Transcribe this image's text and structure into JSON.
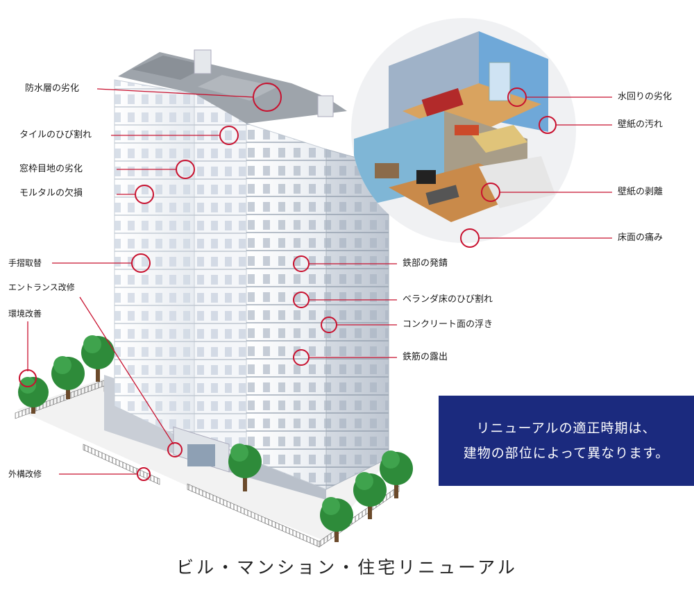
{
  "title": "ビル・マンション・住宅リニューアル",
  "notice": {
    "line1": "リニューアルの適正時期は、",
    "line2": "建物の部位によって異なります。"
  },
  "colors": {
    "accent_red": "#c8102e",
    "notice_bg": "#1b2a7e",
    "tree_green": "#2e8b3a"
  },
  "callouts": {
    "waterproof": "防水層の劣化",
    "tile": "タイルのひび割れ",
    "window_joint": "窓枠目地の劣化",
    "mortar": "モルタルの欠損",
    "handrail": "手摺取替",
    "entrance": "エントランス改修",
    "environment": "環境改善",
    "exterior": "外構改修",
    "rust": "鉄部の発錆",
    "veranda": "ベランダ床のひび割れ",
    "concrete_float": "コンクリート面の浮き",
    "rebar": "鉄筋の露出",
    "plumbing": "水回りの劣化",
    "wallpaper_stain": "壁紙の汚れ",
    "wallpaper_peel": "壁紙の剥離",
    "floor_damage": "床面の痛み"
  }
}
